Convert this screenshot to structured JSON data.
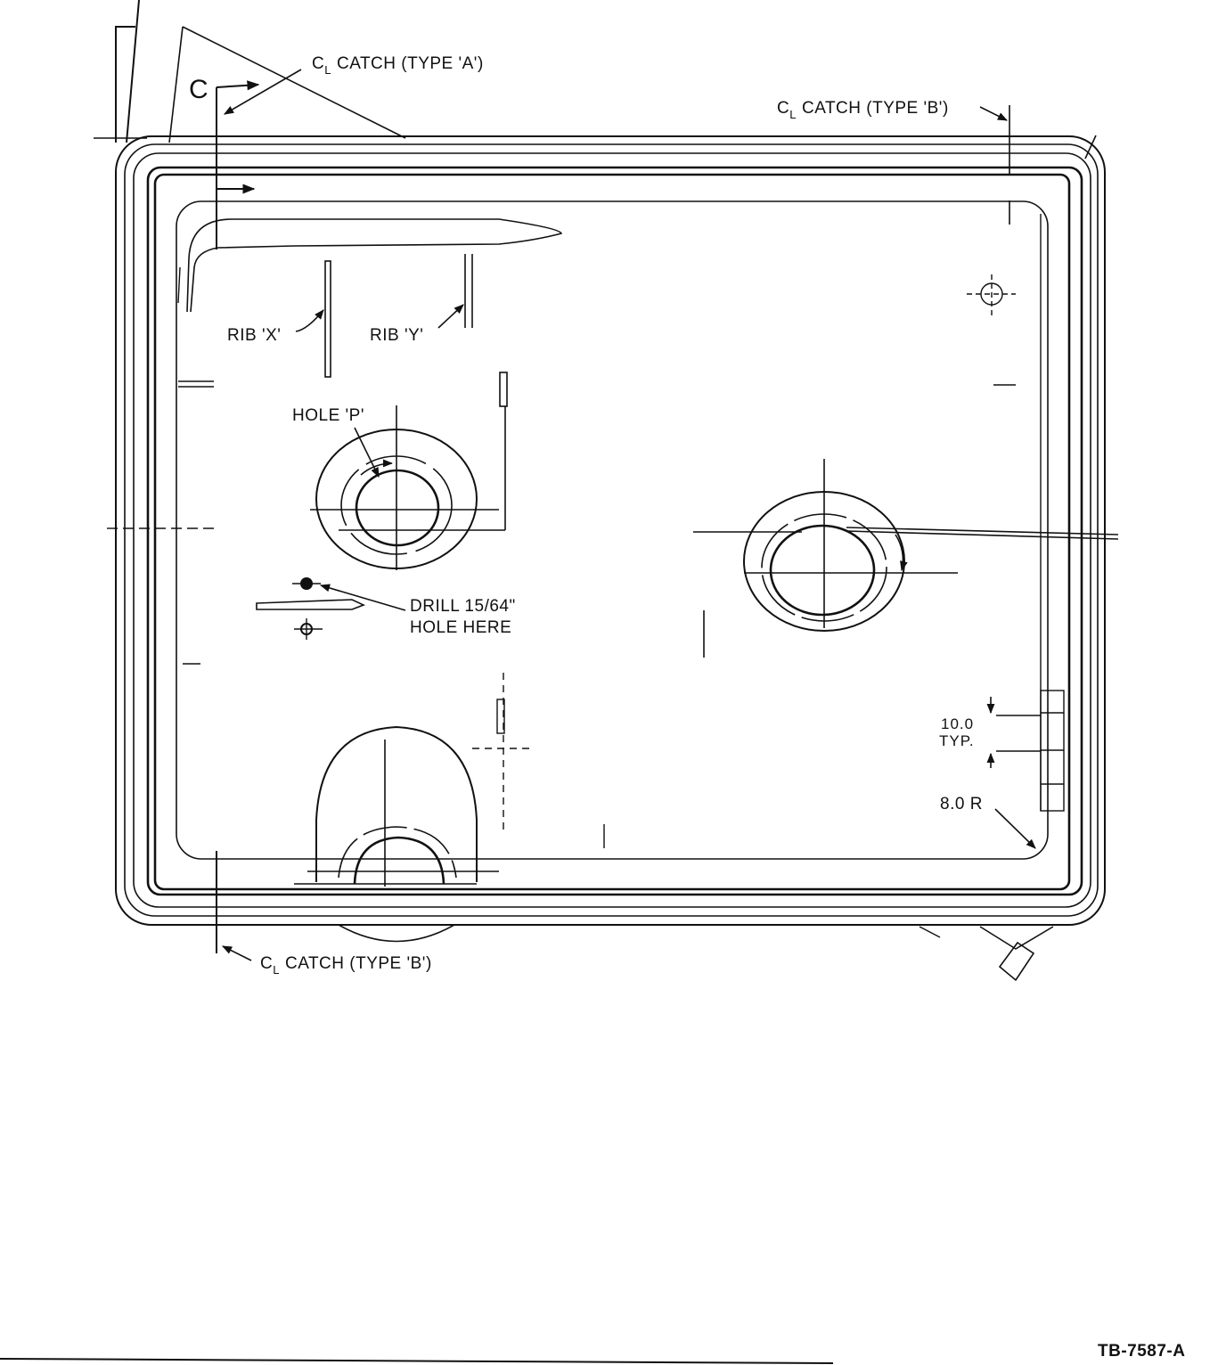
{
  "labels": {
    "catch_a": {
      "prefix": "C",
      "sub": "L",
      "text": "CATCH (TYPE 'A')"
    },
    "catch_b_top": {
      "prefix": "C",
      "sub": "L",
      "text": "CATCH (TYPE 'B')"
    },
    "catch_b_bottom": {
      "prefix": "C",
      "sub": "L",
      "text": "CATCH (TYPE 'B')"
    },
    "section_c": "C",
    "rib_x": "RIB 'X'",
    "rib_y": "RIB 'Y'",
    "hole_p": "HOLE 'P'",
    "drill_line1": "DRILL 15/64\"",
    "drill_line2": "HOLE HERE",
    "dim_typ_value": "10.0",
    "dim_typ_text": "TYP.",
    "radius": "8.0 R",
    "drawing_id": "TB-7587-A"
  }
}
